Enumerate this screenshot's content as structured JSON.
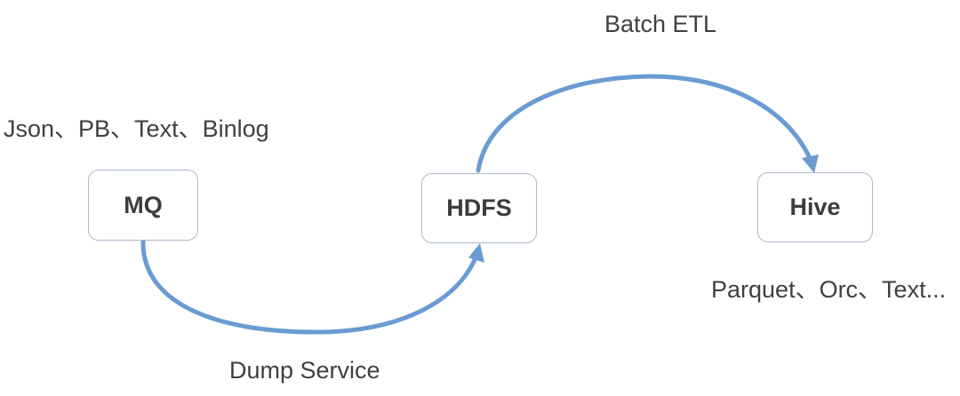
{
  "nodes": {
    "mq": "MQ",
    "hdfs": "HDFS",
    "hive": "Hive"
  },
  "labels": {
    "batch_etl": "Batch ETL",
    "mq_formats": "Json、PB、Text、Binlog",
    "dump_service": "Dump Service",
    "hive_formats": "Parquet、Orc、Text..."
  },
  "colors": {
    "arrow": "#6a9bd1",
    "node_border": "#a9b9cc",
    "text": "#404040"
  }
}
